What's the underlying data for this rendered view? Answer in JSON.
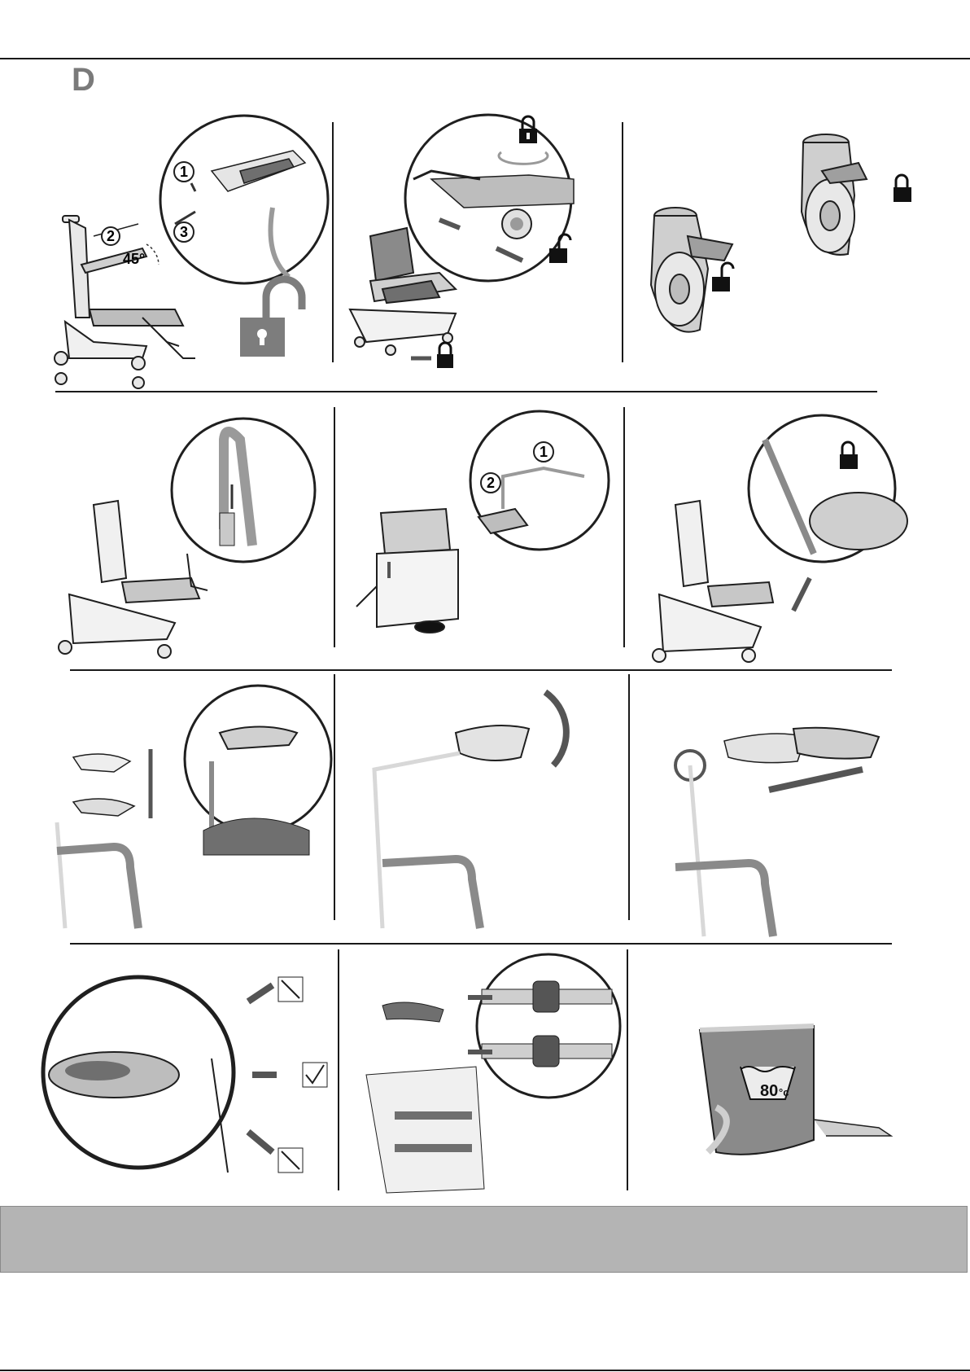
{
  "section": {
    "letter": "D"
  },
  "steps": {
    "fold_backrest": {
      "step1": "1",
      "step2": "2",
      "step3": "3",
      "angle": "45°"
    },
    "footrest_swing": {
      "step1": "1",
      "step2": "2"
    },
    "wash": {
      "temperature": "80",
      "unit": "°c"
    }
  },
  "icons": {
    "colors": {
      "line": "#1f1f1f",
      "fill_light": "#e8e8e8",
      "fill_mid": "#bdbdbd",
      "fill_dark": "#6f6f6f",
      "arrow": "#555555",
      "lock_open_big": "#7d7d7d",
      "band": "#b4b4b4"
    }
  }
}
